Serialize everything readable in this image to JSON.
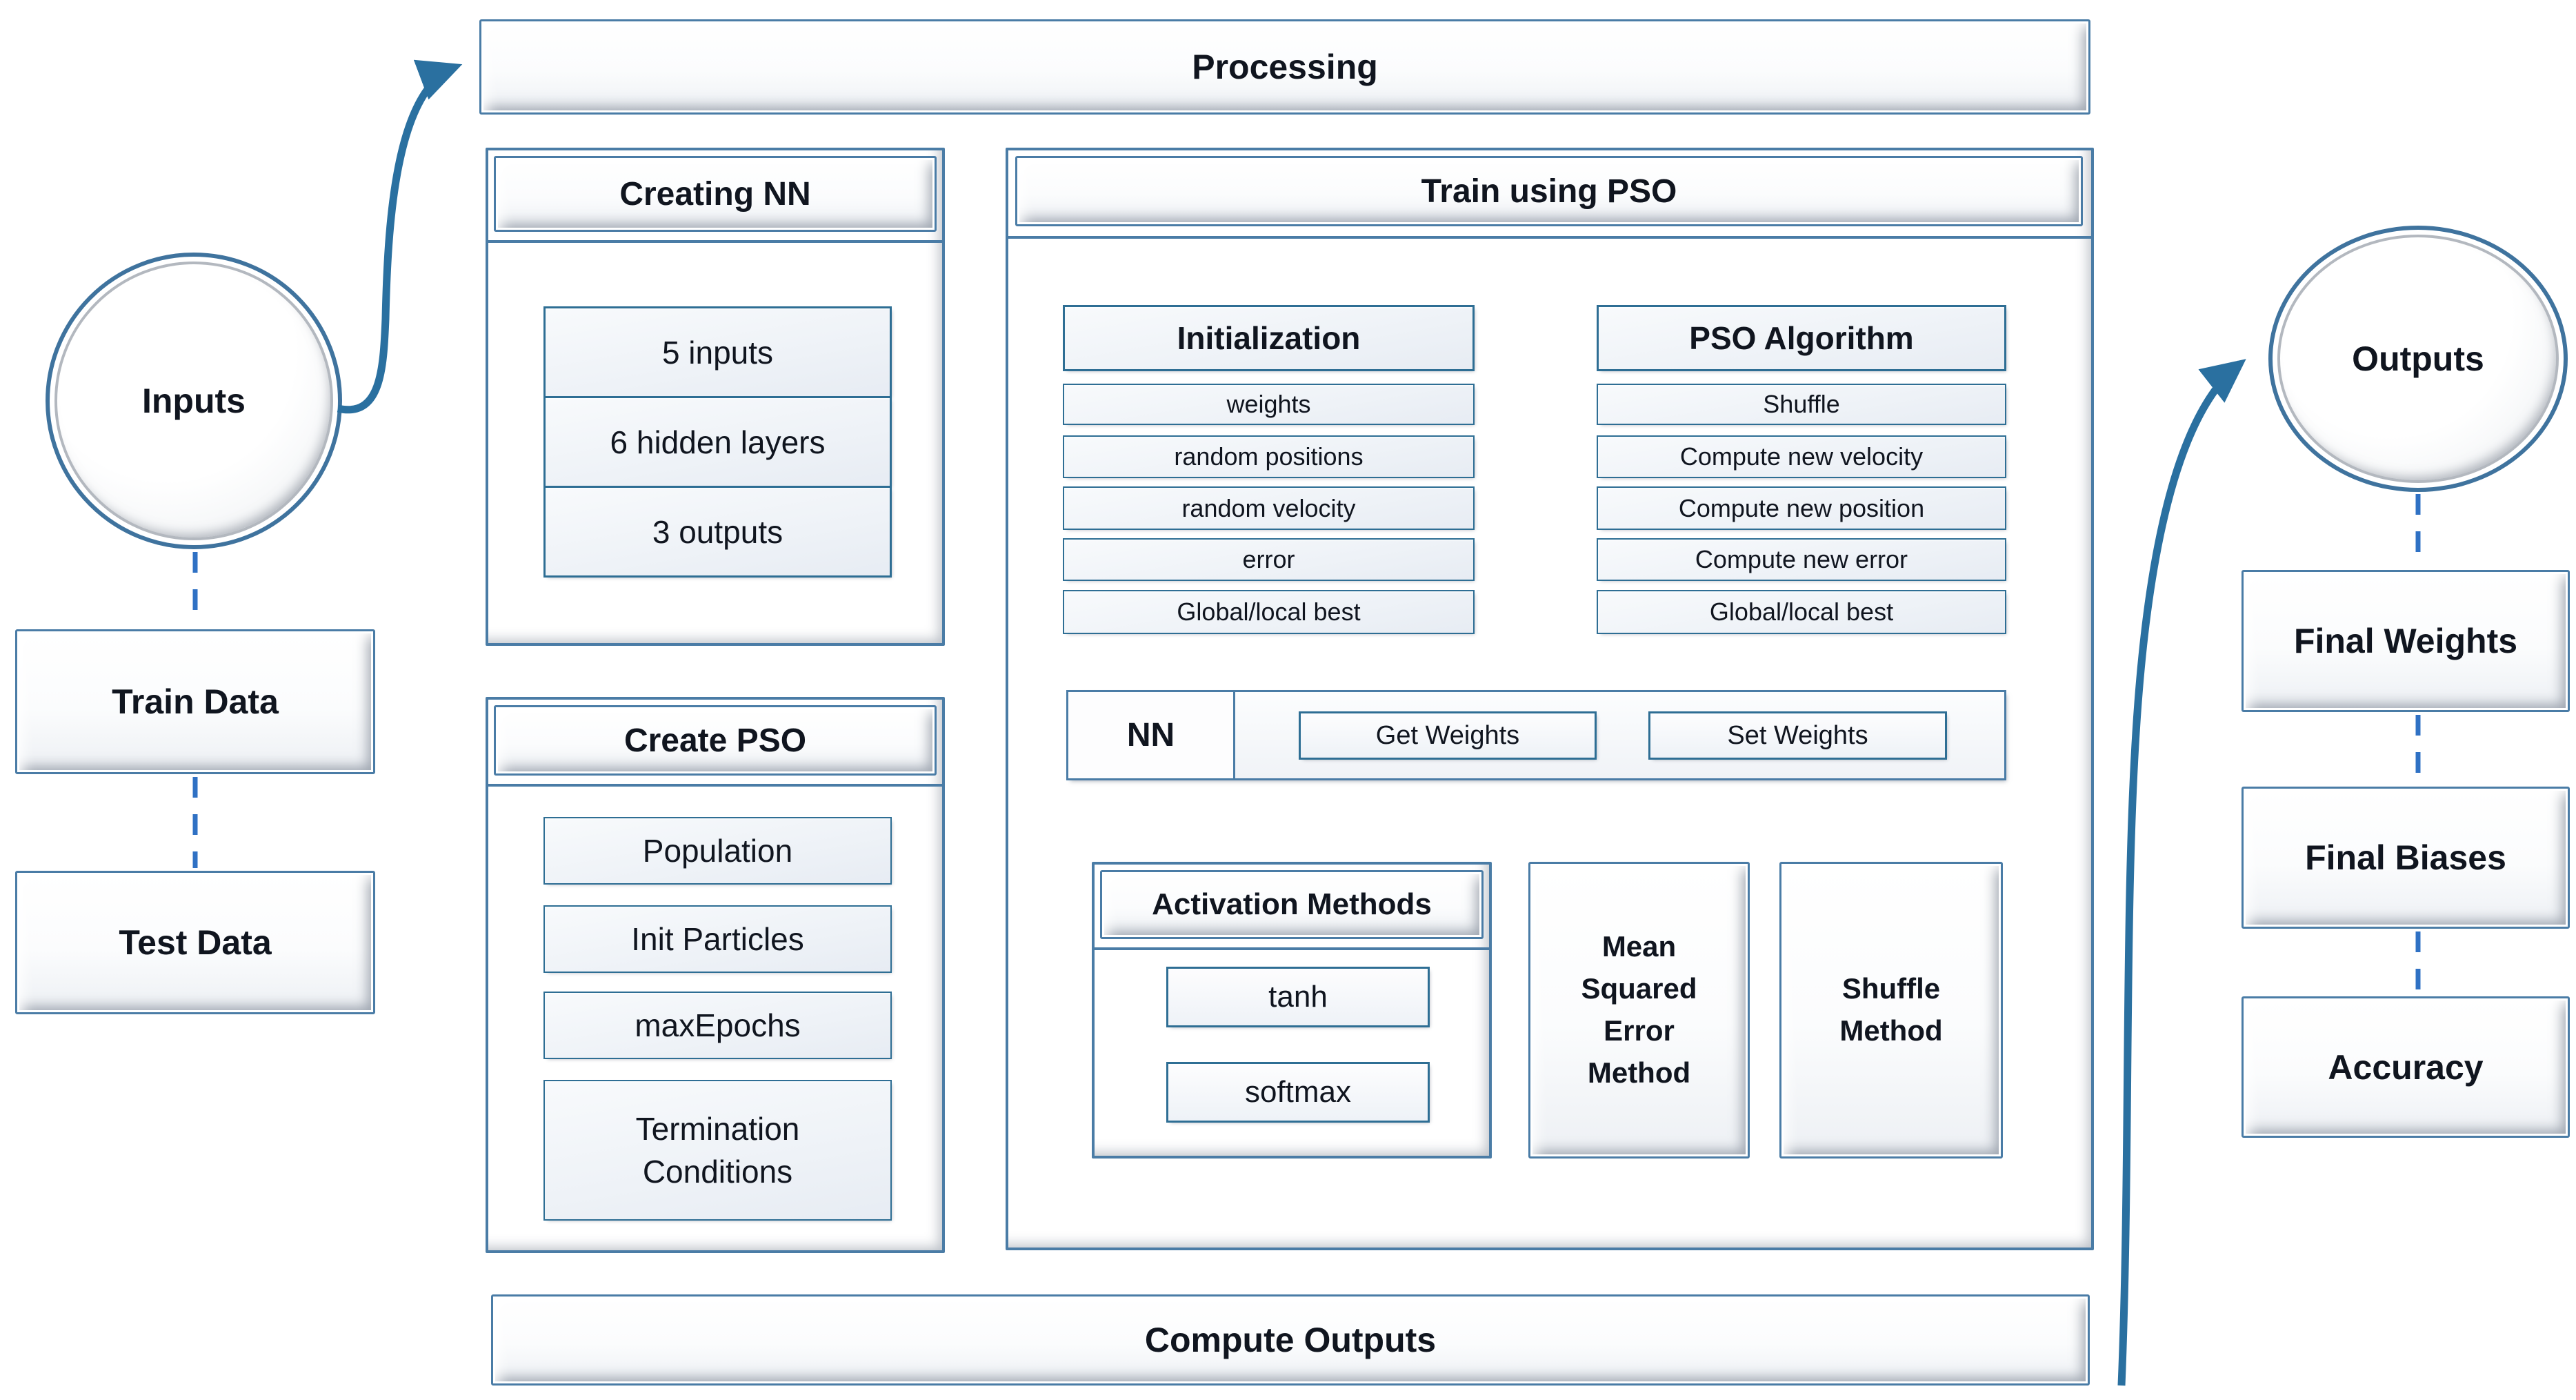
{
  "diagram": {
    "title_bars": {
      "processing": "Processing",
      "compute_outputs": "Compute Outputs"
    },
    "terminals": {
      "inputs": "Inputs",
      "outputs": "Outputs"
    },
    "data_boxes": {
      "train": "Train Data",
      "test": "Test Data"
    },
    "creating_nn": {
      "title": "Creating NN",
      "rows": [
        "5 inputs",
        "6 hidden layers",
        "3 outputs"
      ]
    },
    "create_pso": {
      "title": "Create PSO",
      "rows": [
        "Population",
        "Init Particles",
        "maxEpochs",
        "Termination Conditions"
      ]
    },
    "train_pso": {
      "title": "Train using PSO",
      "initialization": {
        "title": "Initialization",
        "rows": [
          "weights",
          "random positions",
          "random velocity",
          "error",
          "Global/local best"
        ]
      },
      "pso_algorithm": {
        "title": "PSO Algorithm",
        "rows": [
          "Shuffle",
          "Compute new velocity",
          "Compute new position",
          "Compute new error",
          "Global/local best"
        ]
      },
      "nn": {
        "label": "NN",
        "get_weights": "Get Weights",
        "set_weights": "Set Weights"
      },
      "activation": {
        "title": "Activation Methods",
        "rows": [
          "tanh",
          "softmax"
        ]
      },
      "mse_method": "Mean Squared Error Method",
      "shuffle_method": "Shuffle Method"
    },
    "results": {
      "final_weights": "Final Weights",
      "final_biases": "Final Biases",
      "accuracy": "Accuracy"
    },
    "colors": {
      "box_border": "#4a7ca6",
      "row_border": "#2e6e94",
      "arrow": "#2a70a0",
      "dashed_connector": "#2f71c4",
      "text": "#10151f"
    }
  }
}
